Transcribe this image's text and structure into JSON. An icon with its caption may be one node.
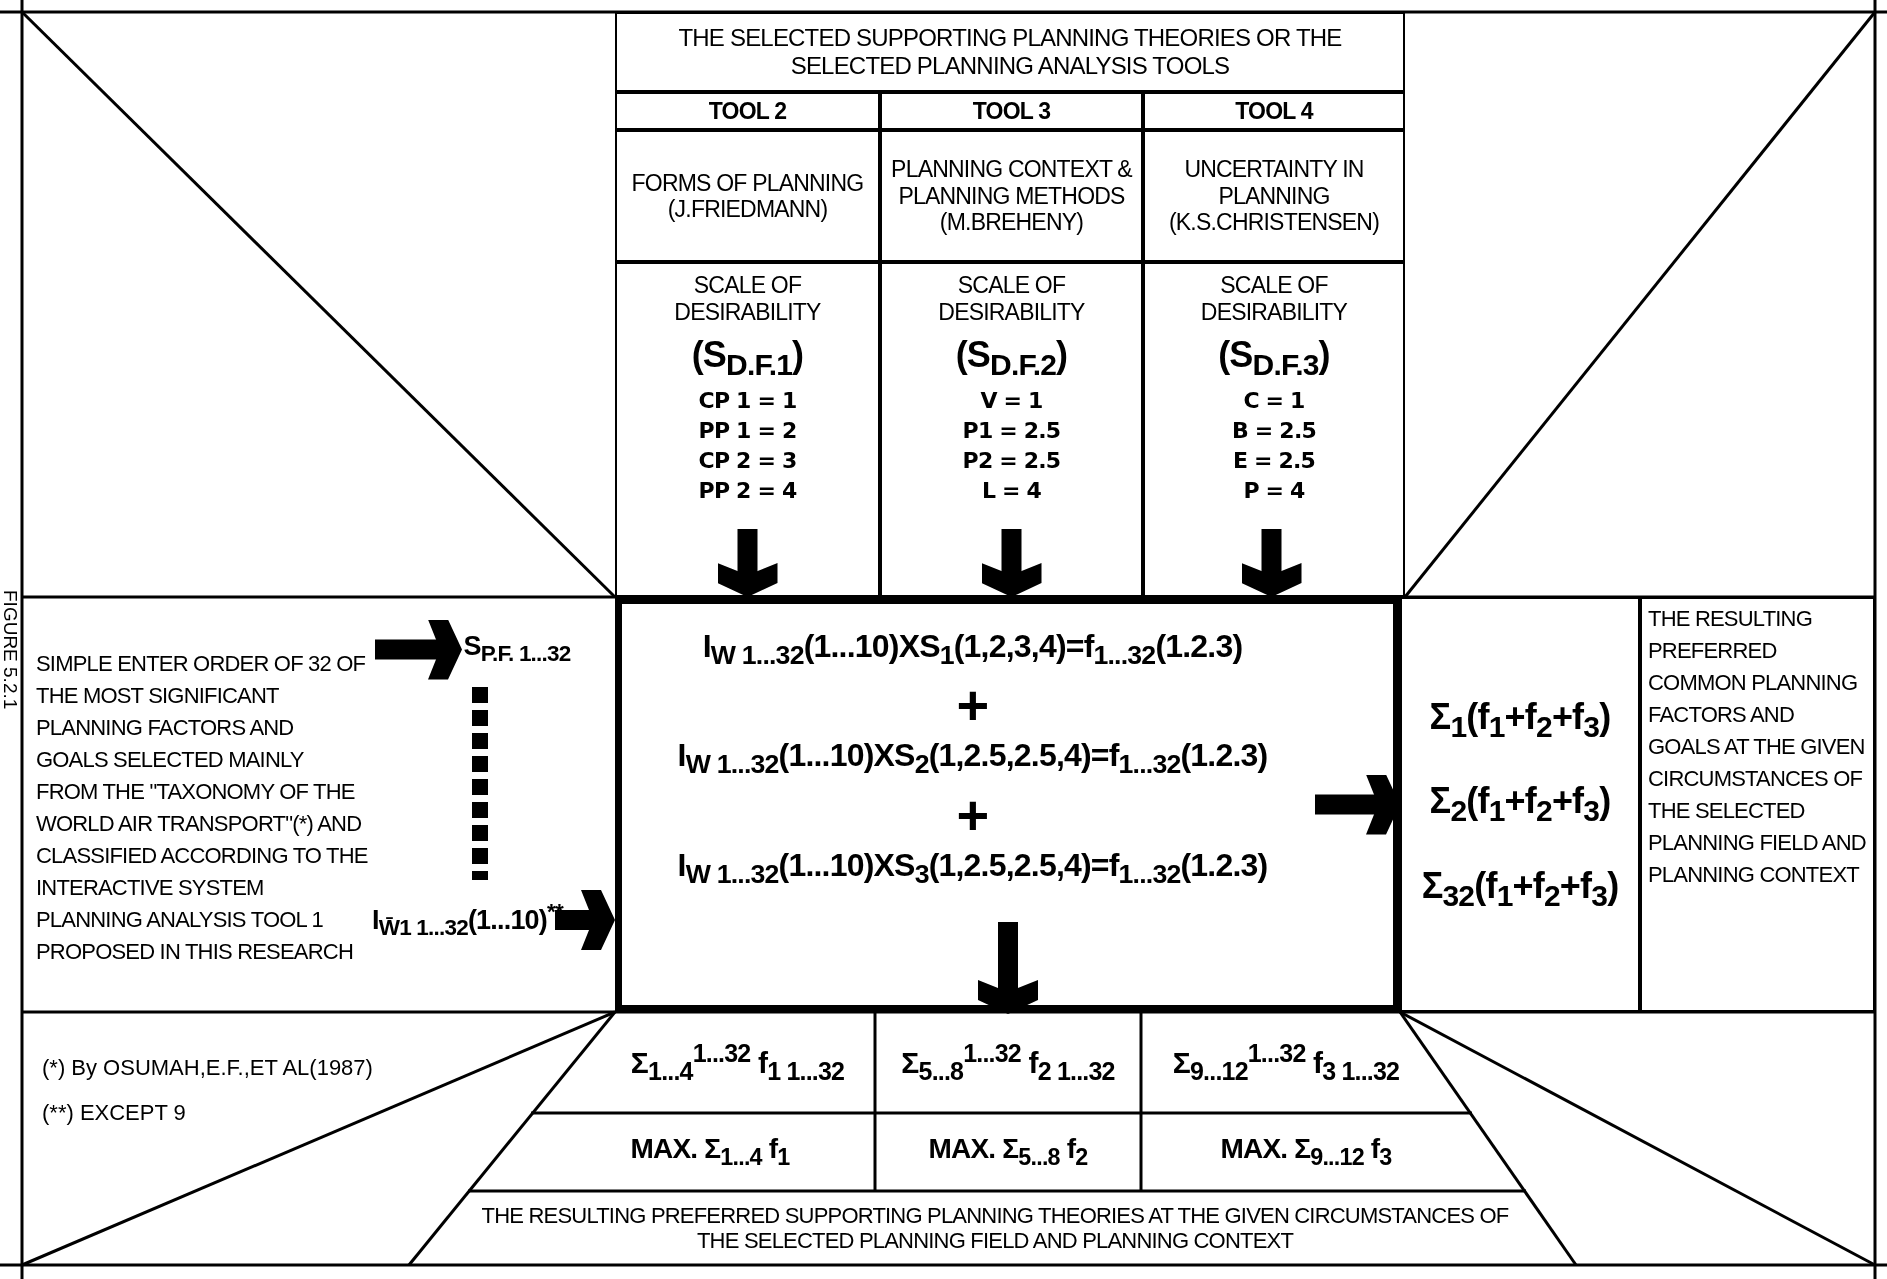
{
  "diagram": {
    "title": "FIGURE 5.2.1",
    "nodes": [
      {
        "text": [
          "THE SELECTED SUPPORTING PLANNING THEORIES OR THE SELECTED PLANNING ANALYSIS TOOLS"
        ]
      },
      {
        "text": [
          "TOOL 2"
        ]
      },
      {
        "text": [
          "TOOL 3"
        ]
      },
      {
        "text": [
          "TOOL 4"
        ]
      },
      {
        "text": [
          "FORMS OF PLANNING (J.FRIEDMANN)"
        ]
      },
      {
        "text": [
          "PLANNING CONTEXT & PLANNING METHODS (M.BREHENY)"
        ]
      },
      {
        "text": [
          "UNCERTAINTY IN PLANNING (K.S.CHRISTENSEN)"
        ]
      },
      {
        "text": [
          "SCALE OF DESIRABILITY",
          "(S$_{D.F.1}$)",
          "CP 1 = 1",
          "PP 1 = 2",
          "CP 2 = 3",
          "PP 2 = 4"
        ]
      },
      {
        "text": [
          "SCALE OF DESIRABILITY",
          "(S$_{D.F.2}$)",
          "V = 1",
          "P1 = 2.5",
          "P2 = 2.5",
          "L = 4"
        ]
      },
      {
        "text": [
          "SCALE OF DESIRABILITY",
          "(S$_{D.F.3}$)",
          "C = 1",
          "B = 2.5",
          "E = 2.5",
          "P = 4"
        ]
      },
      {
        "text": [
          "SIMPLE ENTER ORDER OF 32 OF THE MOST SIGNIFICANT PLANNING FACTORS AND GOALS SELECTED MAINLY FROM THE \"TAXONOMY OF THE WORLD AIR TRANSPORT\"(*) AND CLASSIFIED ACCORDING TO THE INTERACTIVE SYSTEM PLANNING ANALYSIS TOOL 1 PROPOSED IN THIS RESEARCH"
        ]
      },
      {
        "text": [
          "S$_{P.F. 1...32}$"
        ]
      },
      {
        "text": [
          "I$_{W̄1 1...32}$(1...10)$^{**}$"
        ]
      },
      {
        "text": [
          "I$_{W 1...32}$(1...10)XS$_{1}$(1,2,3,4)=f$_{1...32}$(1.2.3)",
          "+",
          "I$_{W 1...32}$(1...10)XS$_{2}$(1,2.5,2.5,4)=f$_{1...32}$(1.2.3)",
          "+",
          "I$_{W 1...32}$(1...10)XS$_{3}$(1,2.5,2.5,4)=f$_{1...32}$(1.2.3)"
        ]
      },
      {
        "text": [
          "Σ$_{1}$(f$_{1}$+f$_{2}$+f$_{3}$)",
          "Σ$_{2}$(f$_{1}$+f$_{2}$+f$_{3}$)",
          "Σ$_{32}$(f$_{1}$+f$_{2}$+f$_{3}$)"
        ]
      },
      {
        "text": [
          "THE RESULTING PREFERRED COMMON PLANNING FACTORS AND GOALS AT THE GIVEN CIRCUMSTANCES OF THE SELECTED PLANNING FIELD AND PLANNING CONTEXT"
        ]
      },
      {
        "text": [
          "Σ$_{1...4}$$^{1...32}$ f$_{1 1...32}$"
        ]
      },
      {
        "text": [
          "Σ$_{5...8}$$^{1...32}$ f$_{2 1...32}$"
        ]
      },
      {
        "text": [
          "Σ$_{9...12}$$^{1...32}$ f$_{3 1...32}$"
        ]
      },
      {
        "text": [
          "MAX. Σ$_{1...4}$ f$_{1}$"
        ]
      },
      {
        "text": [
          "MAX. Σ$_{5...8}$ f$_{2}$"
        ]
      },
      {
        "text": [
          "MAX. Σ$_{9...12}$ f$_{3}$"
        ]
      },
      {
        "text": [
          "THE RESULTING PREFERRED SUPPORTING PLANNING THEORIES AT THE GIVEN CIRCUMSTANCES OF THE SELECTED PLANNING FIELD AND PLANNING CONTEXT"
        ]
      }
    ],
    "edges": [
      {
        "from": 10,
        "to": 11,
        "arrow": "to"
      },
      {
        "from": 11,
        "to": 12,
        "arrow": "none",
        "style": "dashed"
      },
      {
        "from": 12,
        "to": 13,
        "arrow": "to"
      },
      {
        "from": 7,
        "to": 13,
        "arrow": "to"
      },
      {
        "from": 8,
        "to": 13,
        "arrow": "to"
      },
      {
        "from": 9,
        "to": 13,
        "arrow": "to"
      },
      {
        "from": 13,
        "to": 14,
        "arrow": "to"
      },
      {
        "from": 13,
        "to": 17,
        "arrow": "to"
      }
    ],
    "labels": [
      "(*) By OSUMAH,E.F.,ET AL(1987)",
      "(**) EXCEPT 9"
    ]
  }
}
